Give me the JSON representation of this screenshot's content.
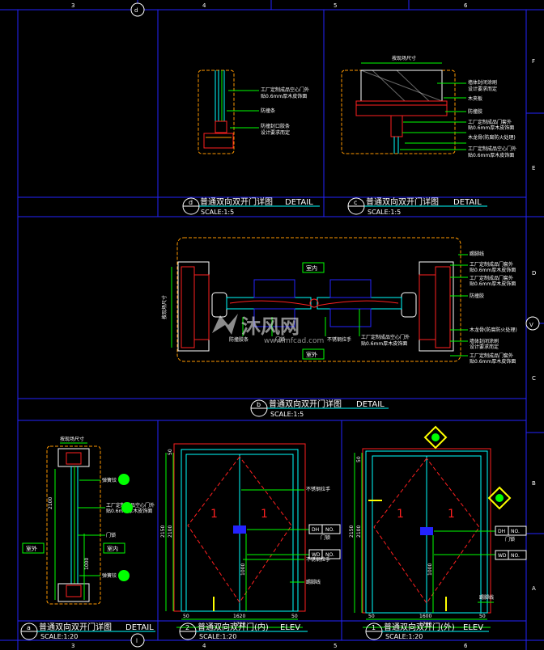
{
  "grid": {
    "columns": [
      "3",
      "4",
      "5",
      "6"
    ],
    "rows": [
      "F",
      "E",
      "D",
      "C",
      "B",
      "A"
    ],
    "top_marker": "d",
    "bottom_marker": "l",
    "side_marker": "V"
  },
  "panels": {
    "d": {
      "mark": "d",
      "title": "普通双向双开门详图",
      "subtitle": "DETAIL",
      "scale": "SCALE:1:5",
      "notes": [
        "工厂定制成品空心门外",
        "贴0.6mm厚木皮饰面",
        "防撞条",
        "防撞封口胶条",
        "设计要求而定"
      ]
    },
    "c": {
      "mark": "c",
      "title": "普通双向双开门详图",
      "subtitle": "DETAIL",
      "scale": "SCALE:1:5",
      "top_dim": "按现场尺寸",
      "notes": [
        "墙体封闭涂刷",
        "设计要求而定",
        "木夹板",
        "防撞胶",
        "工厂定制成品门套外",
        "贴0.6mm厚木皮饰面",
        "木龙骨(防腐防火处理)",
        "工厂定制成品空心门外",
        "贴0.6mm厚木皮饰面"
      ]
    },
    "b": {
      "mark": "b",
      "title": "普通双向双开门详图",
      "subtitle": "DETAIL",
      "scale": "SCALE:1:5",
      "room_in": "室内",
      "room_out": "室外",
      "side_dim": "按现场尺寸",
      "left_notes": [
        "防撞胶条",
        "门锁"
      ],
      "mid_notes": [
        "不锈钢拉手",
        "工厂定制成品空心门外",
        "贴0.6mm厚木皮饰面"
      ],
      "right_notes": [
        "踢脚线",
        "工厂定制成品门套外",
        "贴0.6mm厚木皮饰面",
        "工厂定制成品门套外",
        "贴0.6mm厚木皮饰面",
        "防撞胶",
        "木龙骨(防腐防火处理)",
        "墙体封闭涂刷",
        "设计要求而定",
        "工厂定制成品门套外",
        "贴0.6mm厚木皮饰面"
      ]
    },
    "a": {
      "mark": "a",
      "title": "普通双向双开门详图",
      "subtitle": "DETAIL",
      "scale": "SCALE:1:20",
      "room_in": "室内",
      "room_out": "室外",
      "top_dim": "按现场尺寸",
      "dims": [
        "2100",
        "1000"
      ],
      "notes": [
        "弹簧铰",
        "工厂定制成品空心门外",
        "贴0.6mm厚木皮饰面",
        "门锁",
        "弹簧铰"
      ]
    },
    "e2": {
      "mark": "2",
      "title": "普通双向双开门(内)",
      "subtitle": "ELEV",
      "scale": "SCALE:1:20",
      "dims_v": [
        "50",
        "2150",
        "2100",
        "1000"
      ],
      "dims_h": [
        "50",
        "1620",
        "50",
        "1720"
      ],
      "notes": [
        "不锈钢拉手",
        "不锈钢拉手",
        "踢脚线"
      ],
      "tags": [
        {
          "code": "DH",
          "no": "NO."
        },
        {
          "code": "WD",
          "no": "NO."
        }
      ],
      "tag_sub": "门锁"
    },
    "e1": {
      "mark": "1",
      "title": "普通双向双开门(外)",
      "subtitle": "ELEV",
      "scale": "SCALE:1:20",
      "dims_v": [
        "50",
        "2150",
        "2100",
        "1000"
      ],
      "dims_h": [
        "50",
        "1600",
        "50",
        "1700"
      ],
      "notes": [
        "踢脚线"
      ],
      "tags": [
        {
          "code": "DH",
          "no": "NO."
        },
        {
          "code": "WD",
          "no": "NO."
        }
      ],
      "tag_sub": "门锁"
    }
  },
  "watermark": {
    "brand": "沐风网",
    "url": "www.mfcad.com"
  },
  "colors": {
    "background": "#000000",
    "frame": "#2323ff",
    "outline": "#ff9900",
    "cyan": "#00ffff",
    "green": "#00ff00",
    "red": "#ff2020",
    "yellow": "#ffff00",
    "white": "#ffffff",
    "magenta": "#ff00ff"
  }
}
